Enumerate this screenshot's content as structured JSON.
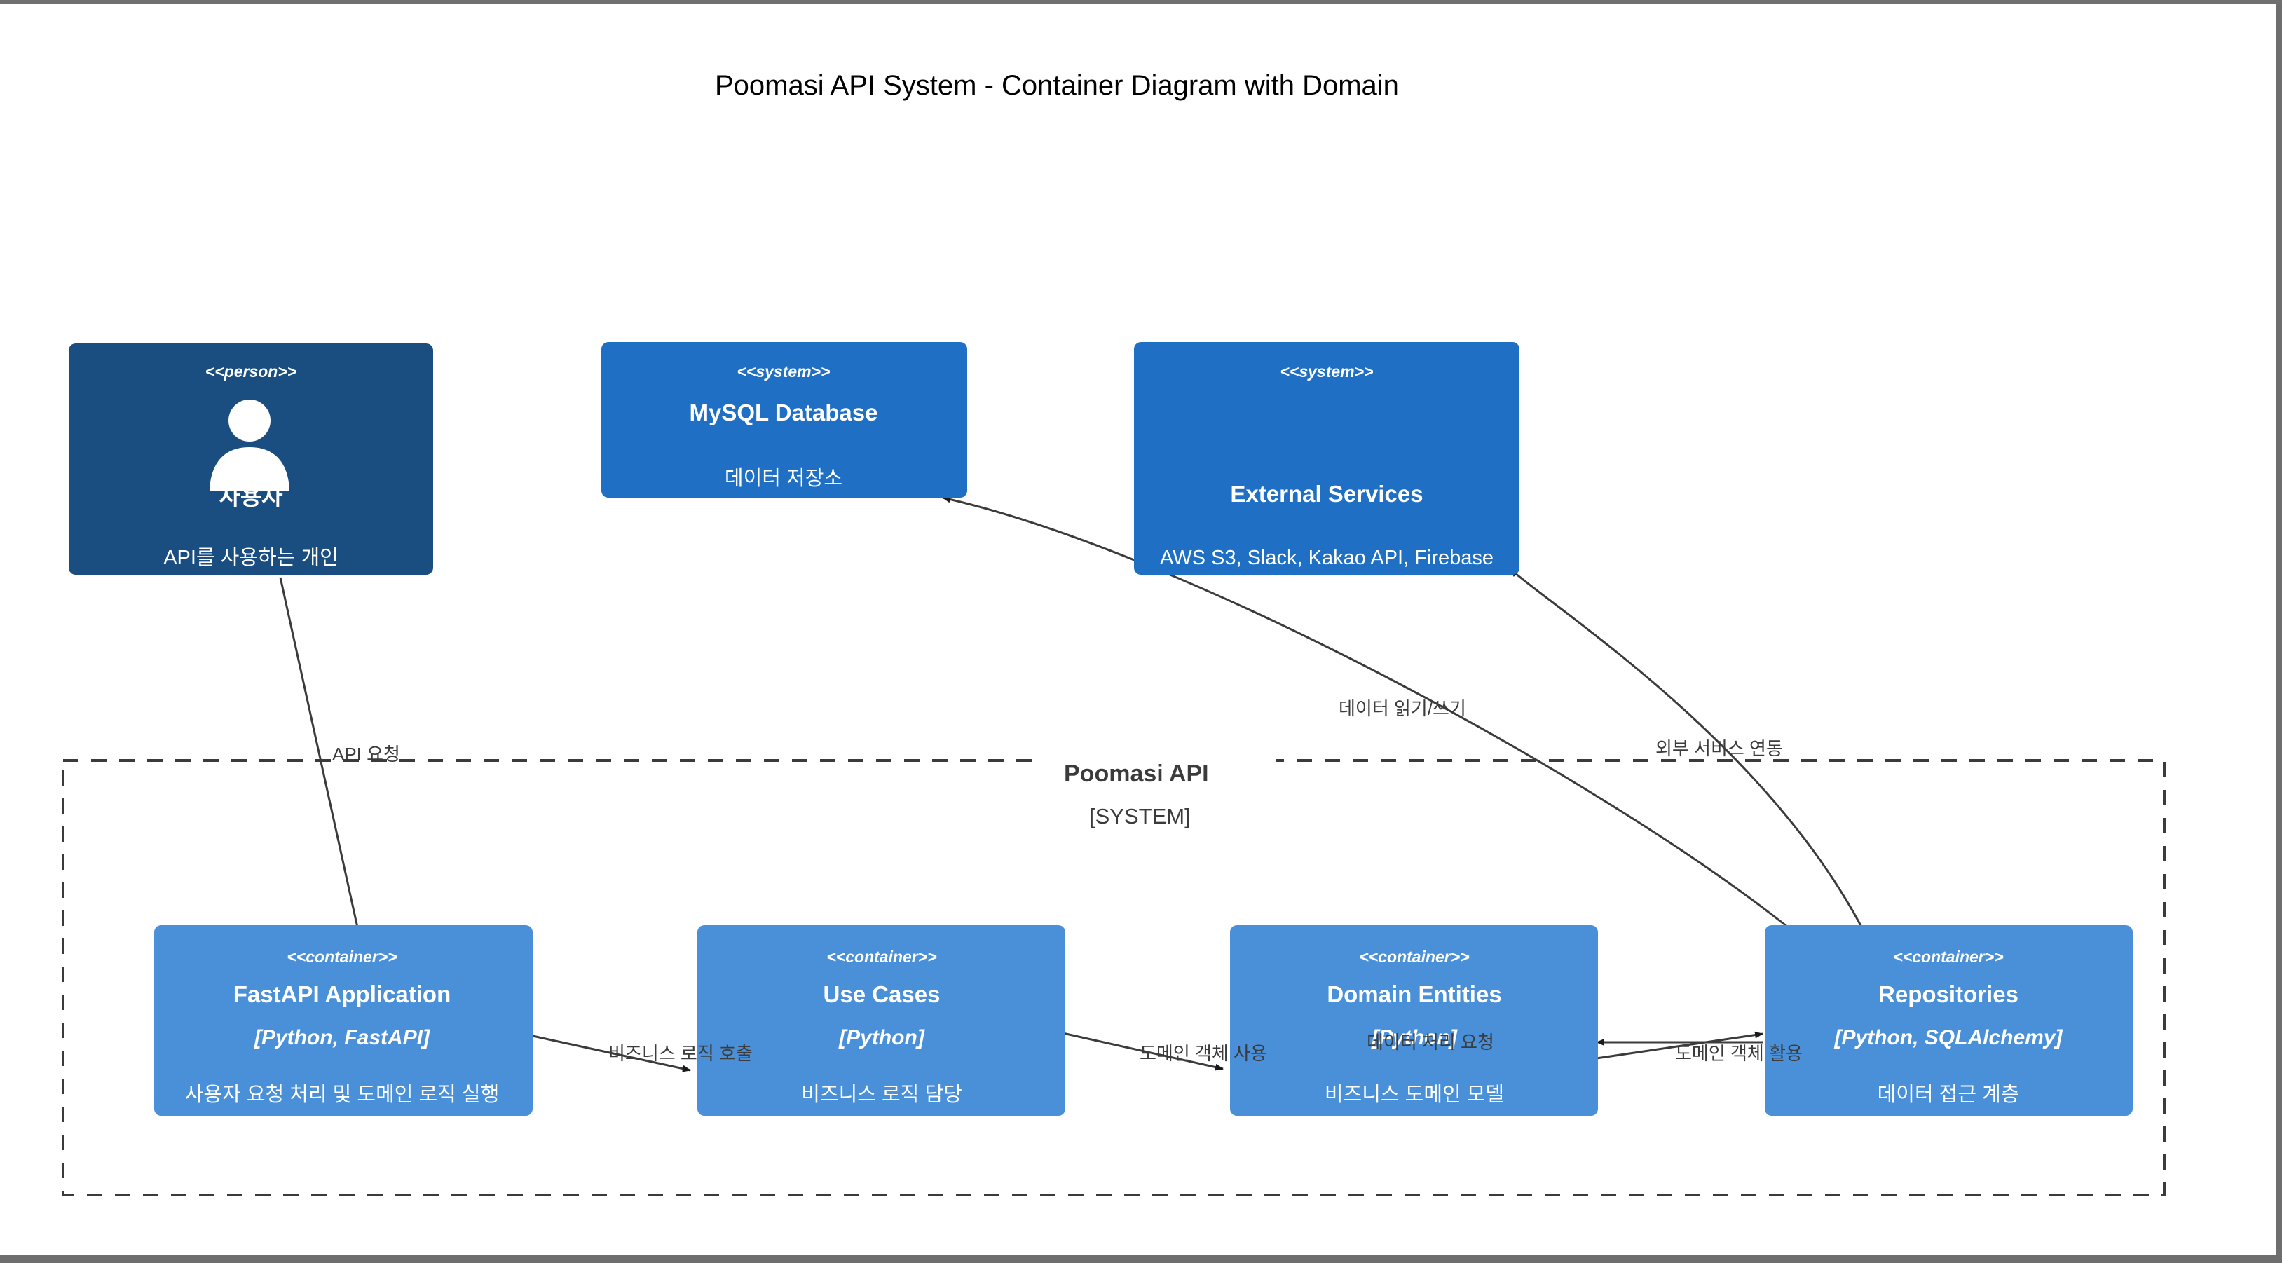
{
  "window": {
    "chrome_title_partial": "",
    "canvas_background": "#ffffff"
  },
  "diagram": {
    "title": "Poomasi API System - Container Diagram with Domain",
    "colors": {
      "person_fill": "#1a4d80",
      "system_fill": "#1f6fc4",
      "container_fill": "#4a90d9",
      "edge_stroke": "#3b3b3b",
      "boundary_stroke": "#3b3b3b",
      "node_text": "#ffffff",
      "label_text": "#3b3b3b",
      "title_text": "#000000"
    },
    "boundary": {
      "label": "Poomasi API",
      "sublabel": "[SYSTEM]"
    },
    "nodes": [
      {
        "id": "user",
        "stereotype": "<<person>>",
        "title": "사용자",
        "tech": "",
        "description": "API를 사용하는 개인",
        "kind": "person",
        "icon": "person-icon"
      },
      {
        "id": "mysql",
        "stereotype": "<<system>>",
        "title": "MySQL Database",
        "tech": "",
        "description": "데이터 저장소",
        "kind": "system",
        "icon": ""
      },
      {
        "id": "external",
        "stereotype": "<<system>>",
        "title": "External Services",
        "tech": "",
        "description": "AWS S3, Slack, Kakao API, Firebase",
        "kind": "system",
        "icon": ""
      },
      {
        "id": "fastapi",
        "stereotype": "<<container>>",
        "title": "FastAPI Application",
        "tech": "[Python, FastAPI]",
        "description": "사용자 요청 처리 및 도메인 로직 실행",
        "kind": "container",
        "icon": ""
      },
      {
        "id": "usecases",
        "stereotype": "<<container>>",
        "title": "Use Cases",
        "tech": "[Python]",
        "description": "비즈니스 로직 담당",
        "kind": "container",
        "icon": ""
      },
      {
        "id": "entities",
        "stereotype": "<<container>>",
        "title": "Domain Entities",
        "tech": "[Python]",
        "description": "비즈니스 도메인 모델",
        "kind": "container",
        "icon": ""
      },
      {
        "id": "repositories",
        "stereotype": "<<container>>",
        "title": "Repositories",
        "tech": "[Python, SQLAlchemy]",
        "description": "데이터 접근 계층",
        "kind": "container",
        "icon": ""
      }
    ],
    "edges": [
      {
        "id": "e1",
        "from": "user",
        "to": "fastapi",
        "label": "API 요청"
      },
      {
        "id": "e2",
        "from": "fastapi",
        "to": "usecases",
        "label": "비즈니스 로직 호출"
      },
      {
        "id": "e3",
        "from": "usecases",
        "to": "entities",
        "label": "도메인 객체 사용"
      },
      {
        "id": "e4",
        "from": "repositories",
        "to": "entities",
        "label": "데이터 처리 요청"
      },
      {
        "id": "e5",
        "from": "repositories",
        "to": "entities2",
        "label": "도메인 객체 활용"
      },
      {
        "id": "e6",
        "from": "repositories",
        "to": "mysql",
        "label": "데이터 읽기/쓰기"
      },
      {
        "id": "e7",
        "from": "repositories",
        "to": "external",
        "label": "외부 서비스 연동"
      }
    ]
  }
}
